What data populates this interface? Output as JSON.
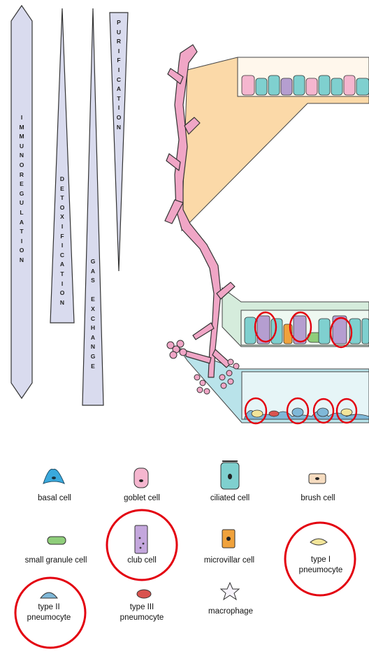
{
  "gradients": [
    {
      "id": "immunoregulation",
      "label": "IMMUNOREGULATION"
    },
    {
      "id": "detoxification",
      "label": "DETOXIFICATION"
    },
    {
      "id": "gas-exchange",
      "label": "GAS EXCHANGE"
    },
    {
      "id": "purification",
      "label": "PURIFICATION"
    }
  ],
  "legend": [
    {
      "id": "basal",
      "lines": [
        "basal cell"
      ]
    },
    {
      "id": "goblet",
      "lines": [
        "goblet cell"
      ]
    },
    {
      "id": "ciliated",
      "lines": [
        "ciliated cell"
      ]
    },
    {
      "id": "brush",
      "lines": [
        "brush cell"
      ]
    },
    {
      "id": "small-granule",
      "lines": [
        "small granule cell"
      ]
    },
    {
      "id": "club",
      "lines": [
        "club cell"
      ]
    },
    {
      "id": "microvillar",
      "lines": [
        "microvillar cell"
      ]
    },
    {
      "id": "type1",
      "lines": [
        "type I",
        "pneumocyte"
      ]
    },
    {
      "id": "type2",
      "lines": [
        "type II",
        "pneumocyte"
      ]
    },
    {
      "id": "type3",
      "lines": [
        "type III",
        "pneumocyte"
      ]
    },
    {
      "id": "macrophage",
      "lines": [
        "macrophage"
      ]
    }
  ],
  "colors": {
    "gradient_fill": "#d9dbee",
    "airway": "#f0a6c6",
    "upper_panel": "#fbd9a8",
    "middle_panel": "#d5ecdc",
    "lower_panel": "#b9e3ea",
    "highlight": "#e3000f"
  }
}
